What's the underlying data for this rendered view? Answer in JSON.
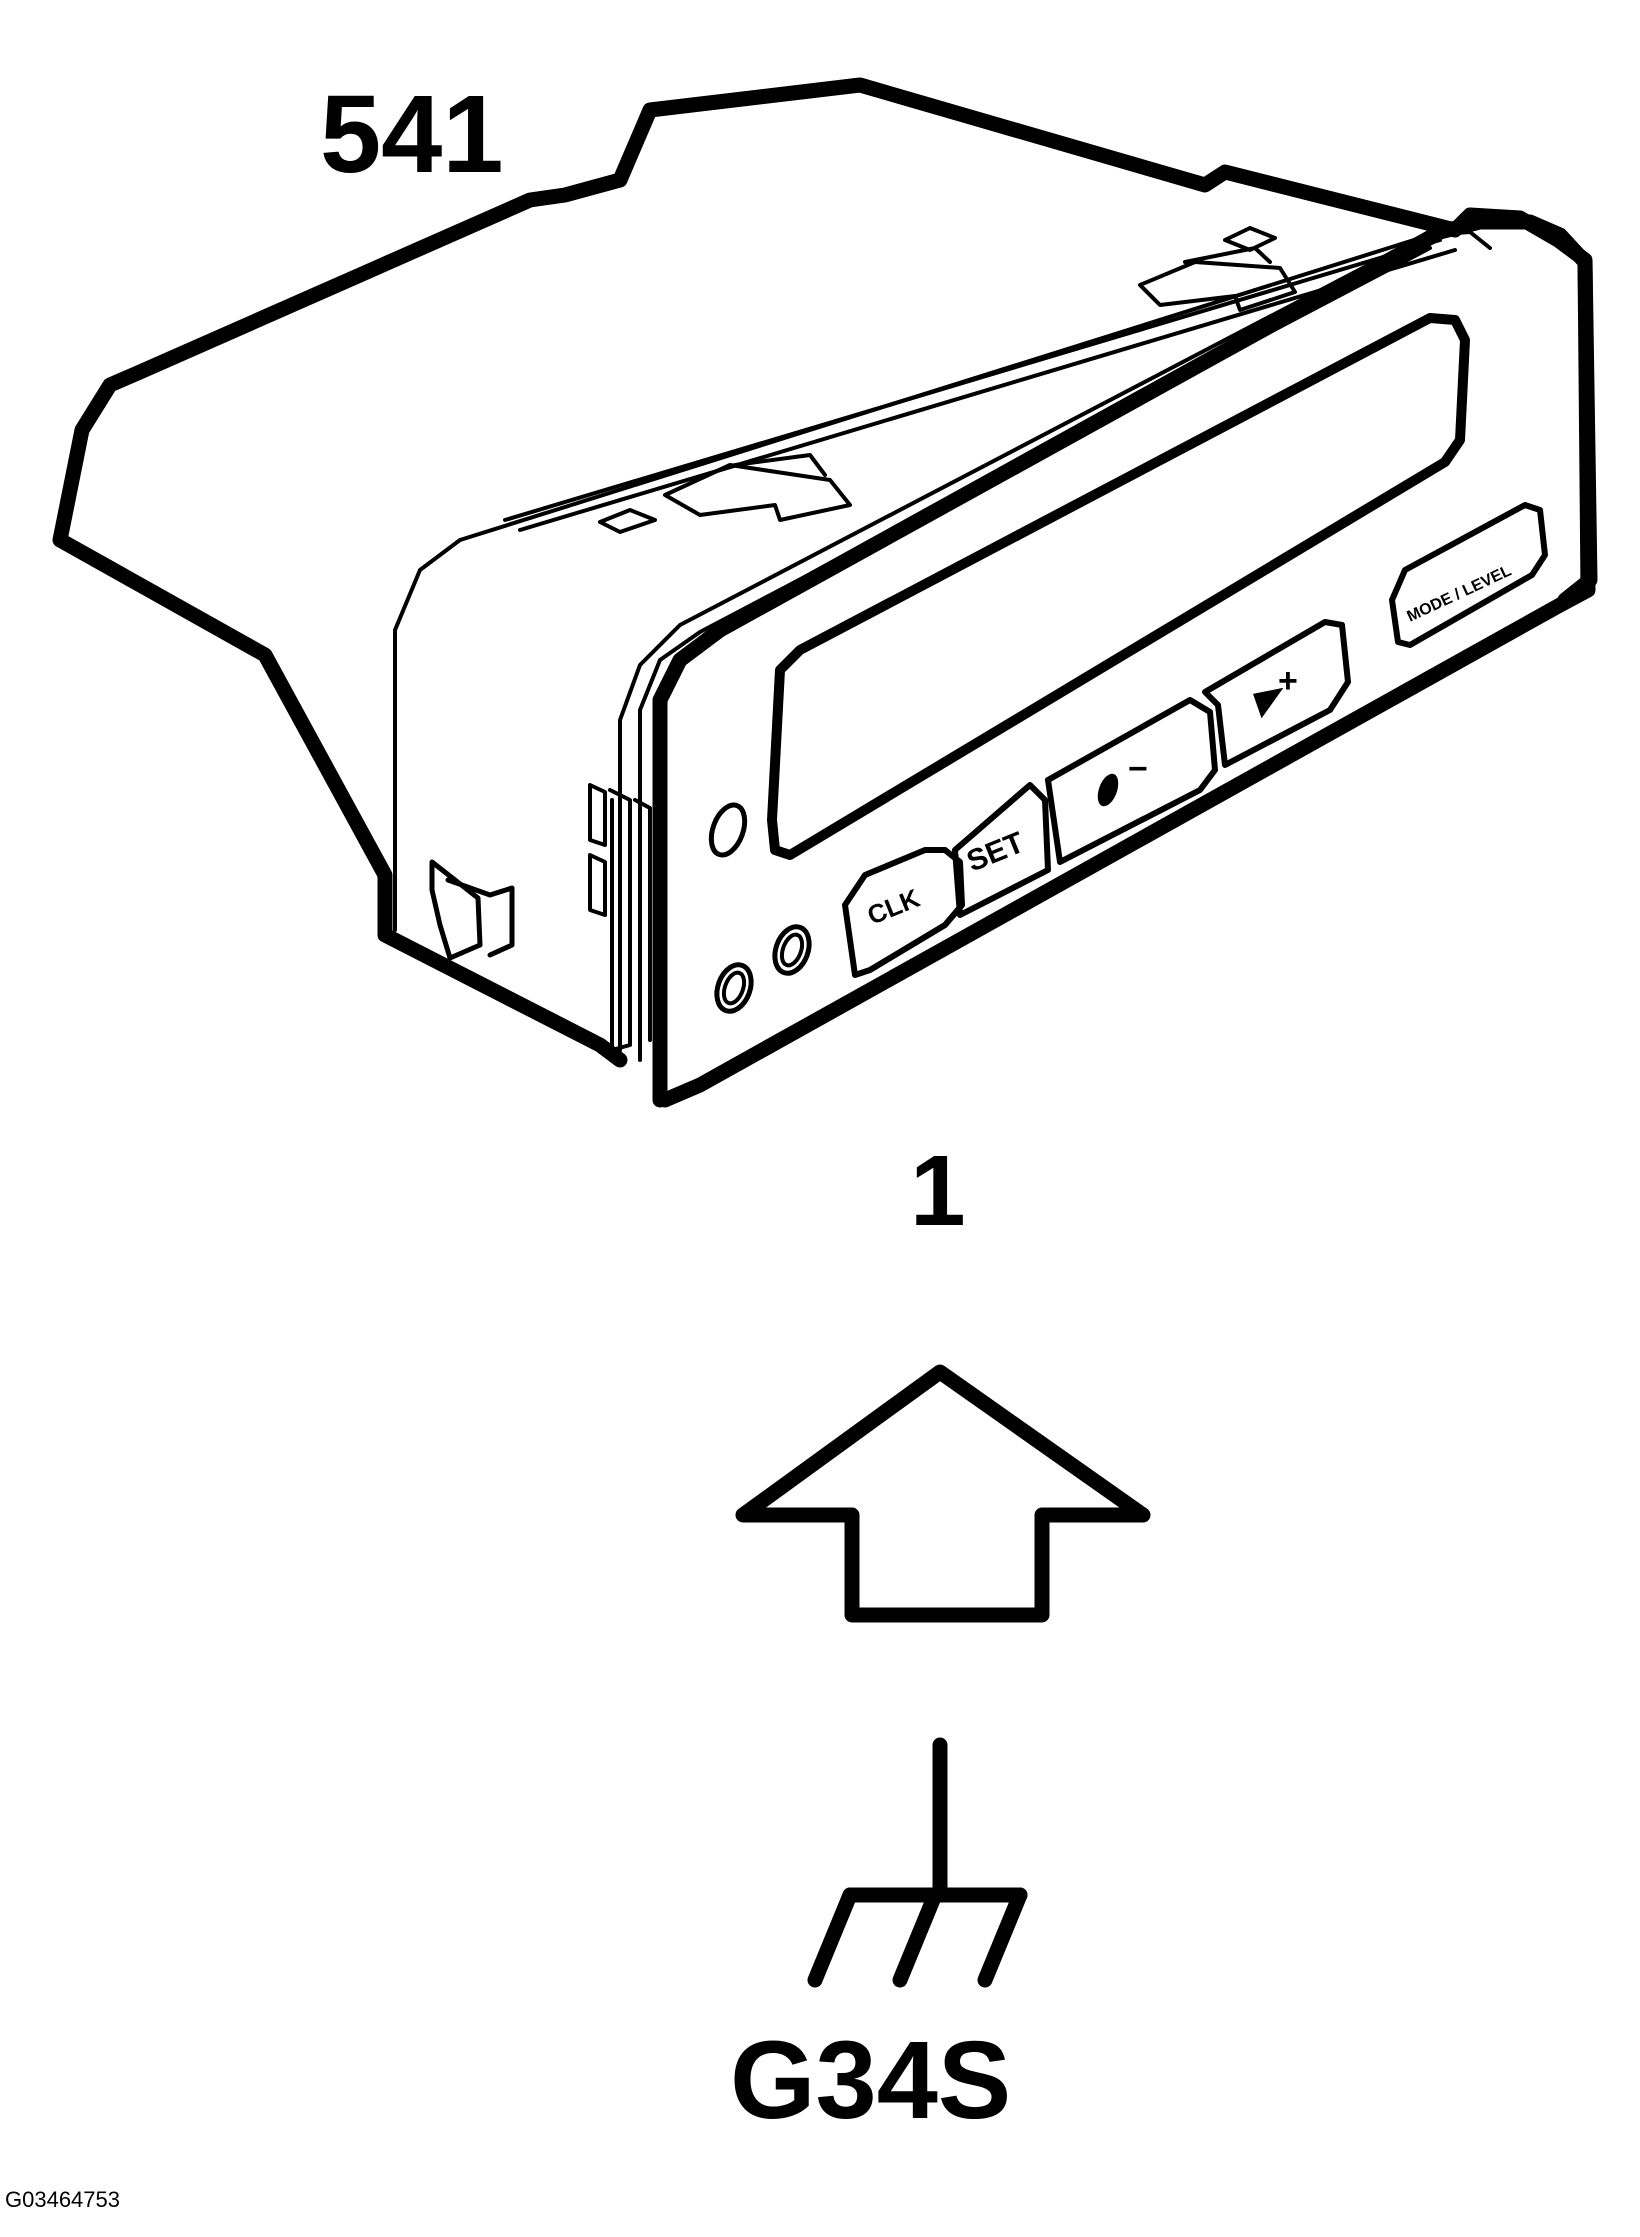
{
  "labels": {
    "component_number": "541",
    "connector_number": "1",
    "ground_point": "G34S",
    "figure_id": "G03464753"
  },
  "buttons": {
    "clk": "CLK",
    "set": "SET",
    "minus": "−",
    "plus": "+",
    "mode_level": "MODE / LEVEL"
  },
  "colors": {
    "line": "#000000",
    "background": "#ffffff"
  },
  "icons": {
    "arrow": "up-arrow-icon",
    "ground": "ground-symbol-icon"
  }
}
